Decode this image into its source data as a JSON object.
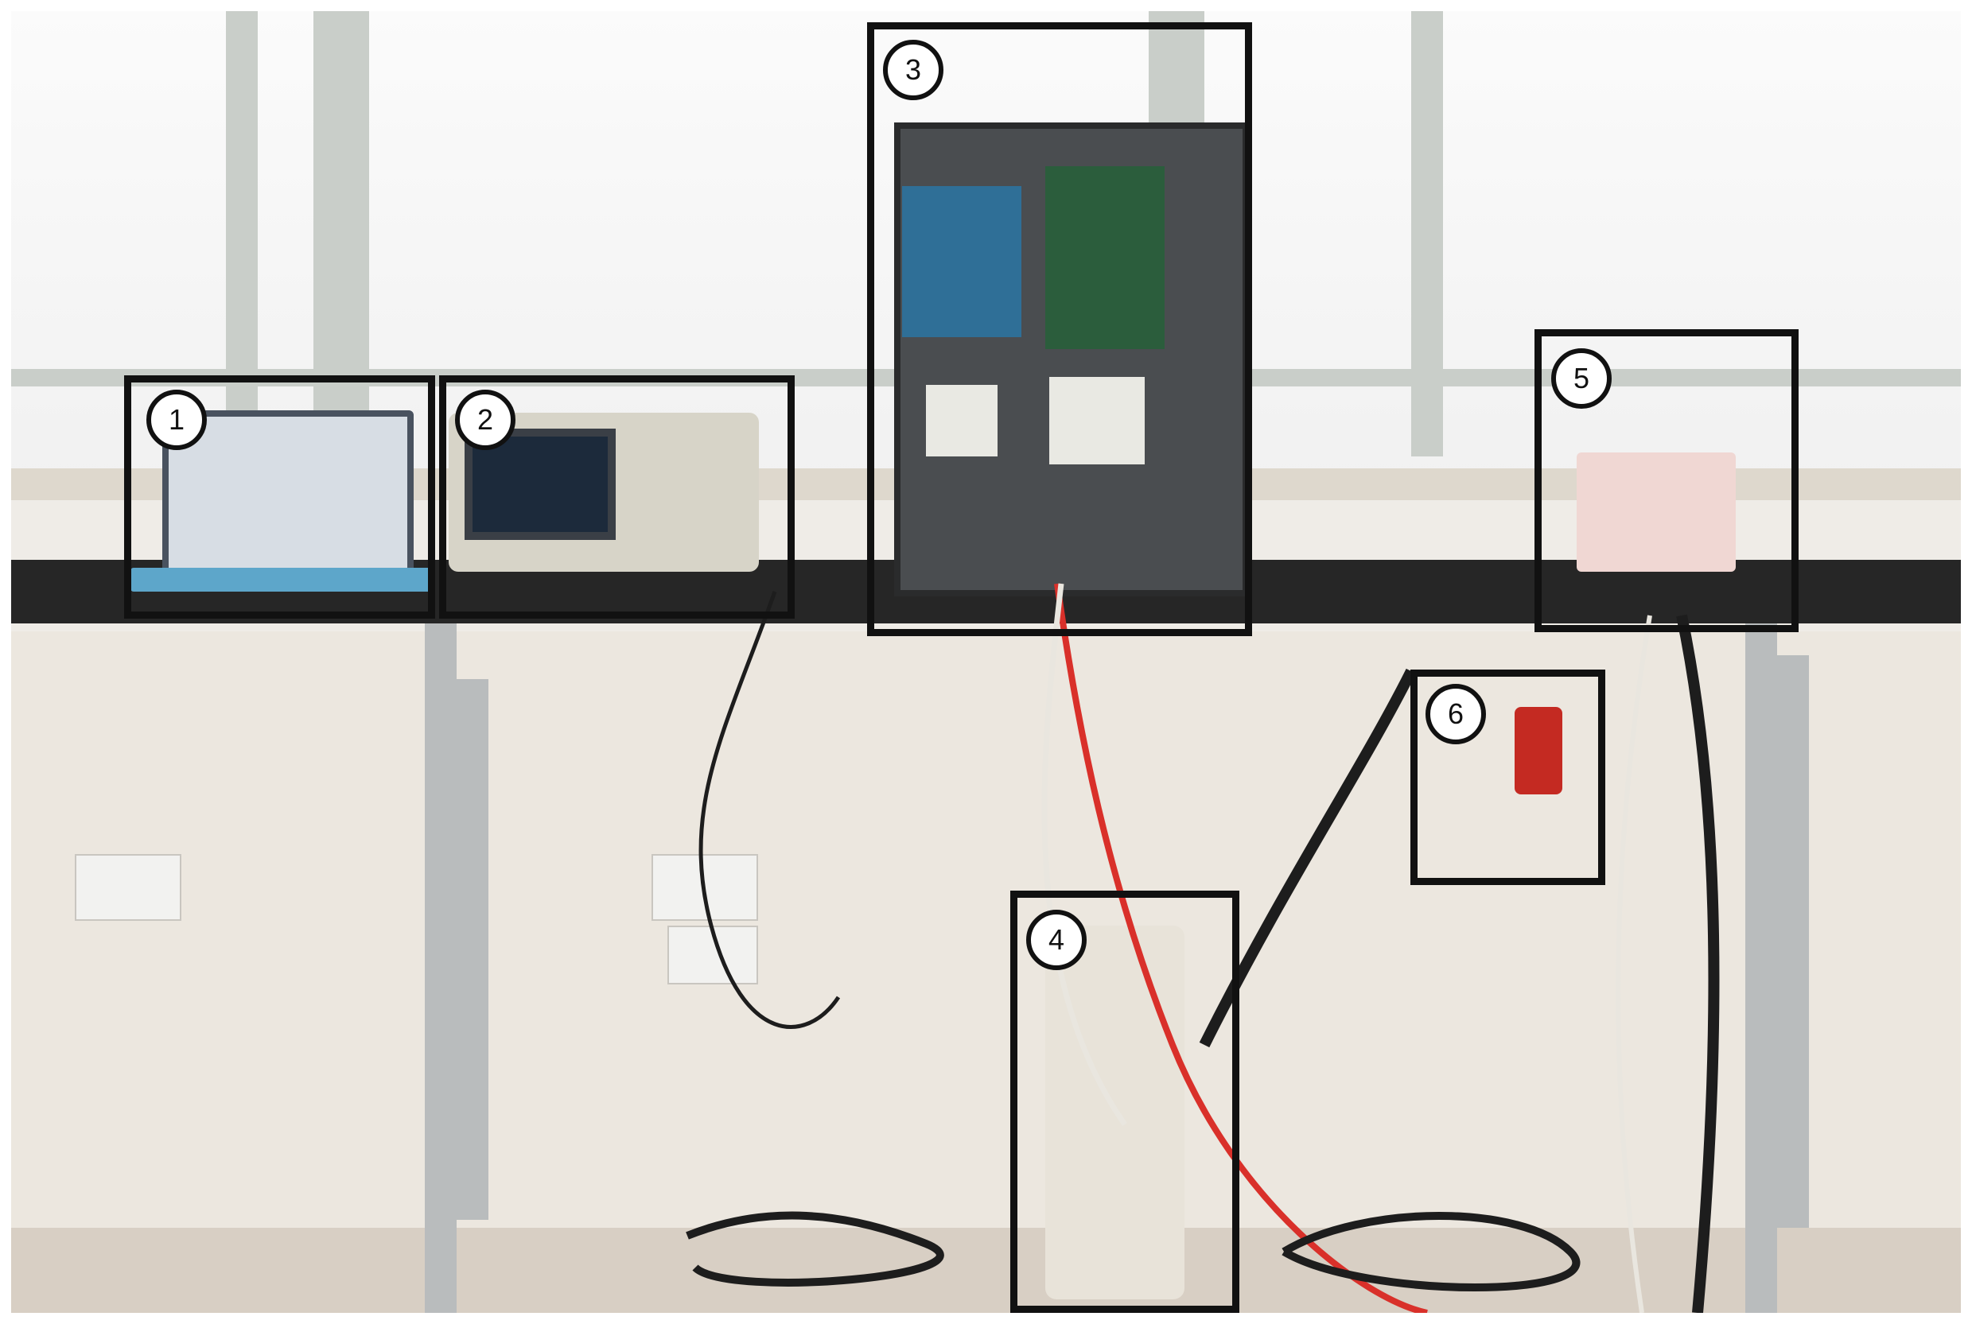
{
  "callouts": [
    {
      "label": "1"
    },
    {
      "label": "2"
    },
    {
      "label": "3"
    },
    {
      "label": "4"
    },
    {
      "label": "5"
    },
    {
      "label": "6"
    }
  ],
  "colors": {
    "frame": "#111111",
    "wire_red": "#d9302a",
    "wire_black": "#1d1d1d",
    "wire_white": "#e9e6df"
  }
}
